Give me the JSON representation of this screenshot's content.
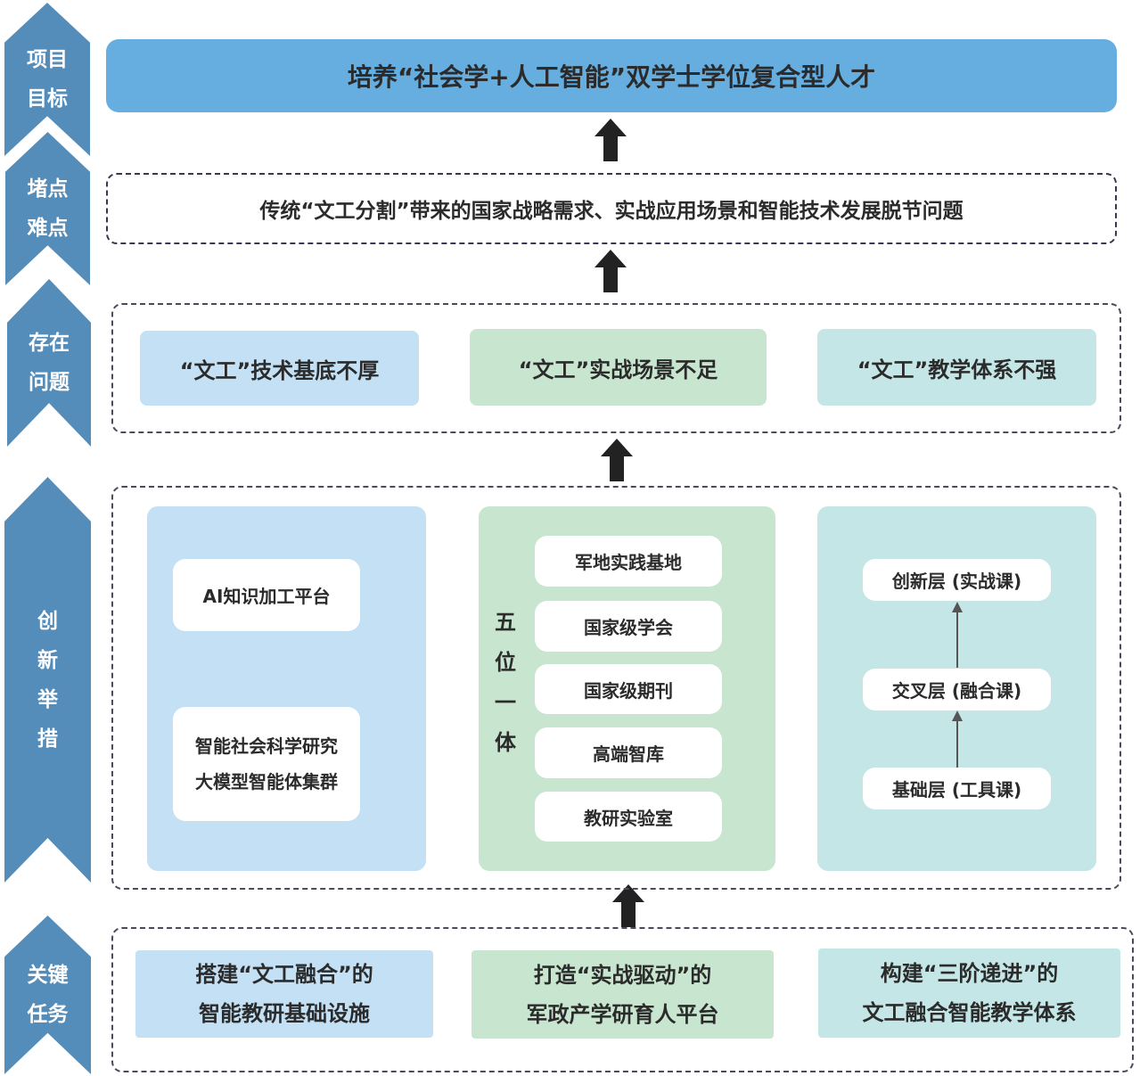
{
  "banners": [
    "项目目标",
    "堵点难点",
    "存在问题",
    "创新举措",
    "关键任务"
  ],
  "banner_lines": [
    [
      "项目",
      "目标"
    ],
    [
      "堵点",
      "难点"
    ],
    [
      "存在",
      "问题"
    ],
    [
      "创",
      "新",
      "举",
      "措"
    ],
    [
      "关键",
      "任务"
    ]
  ],
  "goal": "培养“社会学+人工智能”双学士学位复合型人才",
  "pain_point": "传统“文工分割”带来的国家战略需求、实战应用场景和智能技术发展脱节问题",
  "problems": [
    "“文工”技术基底不厚",
    "“文工”实战场景不足",
    "“文工”教学体系不强"
  ],
  "innovation": {
    "left": [
      "AI知识加工平台",
      [
        "智能社会科学研究",
        "大模型智能体集群"
      ]
    ],
    "middle_label": [
      "五",
      "位",
      "一",
      "体"
    ],
    "middle": [
      "军地实践基地",
      "国家级学会",
      "国家级期刊",
      "高端智库",
      "教研实验室"
    ],
    "right": [
      "创新层 (实战课)",
      "交叉层 (融合课)",
      "基础层 (工具课)"
    ]
  },
  "tasks": [
    [
      "搭建“文工融合”的",
      "智能教研基础设施"
    ],
    [
      "打造“实战驱动”的",
      "军政产学研育人平台"
    ],
    [
      "构建“三阶递进”的",
      "文工融合智能教学体系"
    ]
  ],
  "colors": {
    "banner": "#558dba",
    "goal": "#67aee0",
    "blue": "#c3e0f5",
    "green": "#c8e6cf",
    "teal": "#c5e6e6"
  }
}
